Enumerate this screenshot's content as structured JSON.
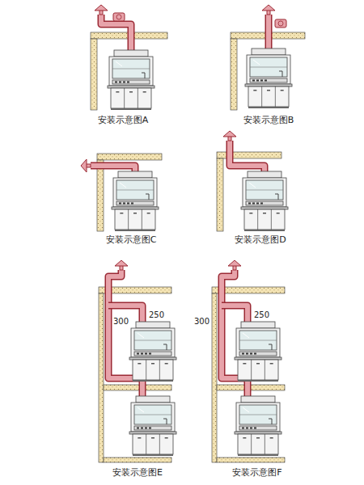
{
  "diagram": {
    "labels": [
      "安装示意图A",
      "安装示意图B",
      "安装示意图C",
      "安装示意图D",
      "250",
      "300",
      "安装示意图E",
      "250",
      "300",
      "安装示意图F"
    ]
  }
}
